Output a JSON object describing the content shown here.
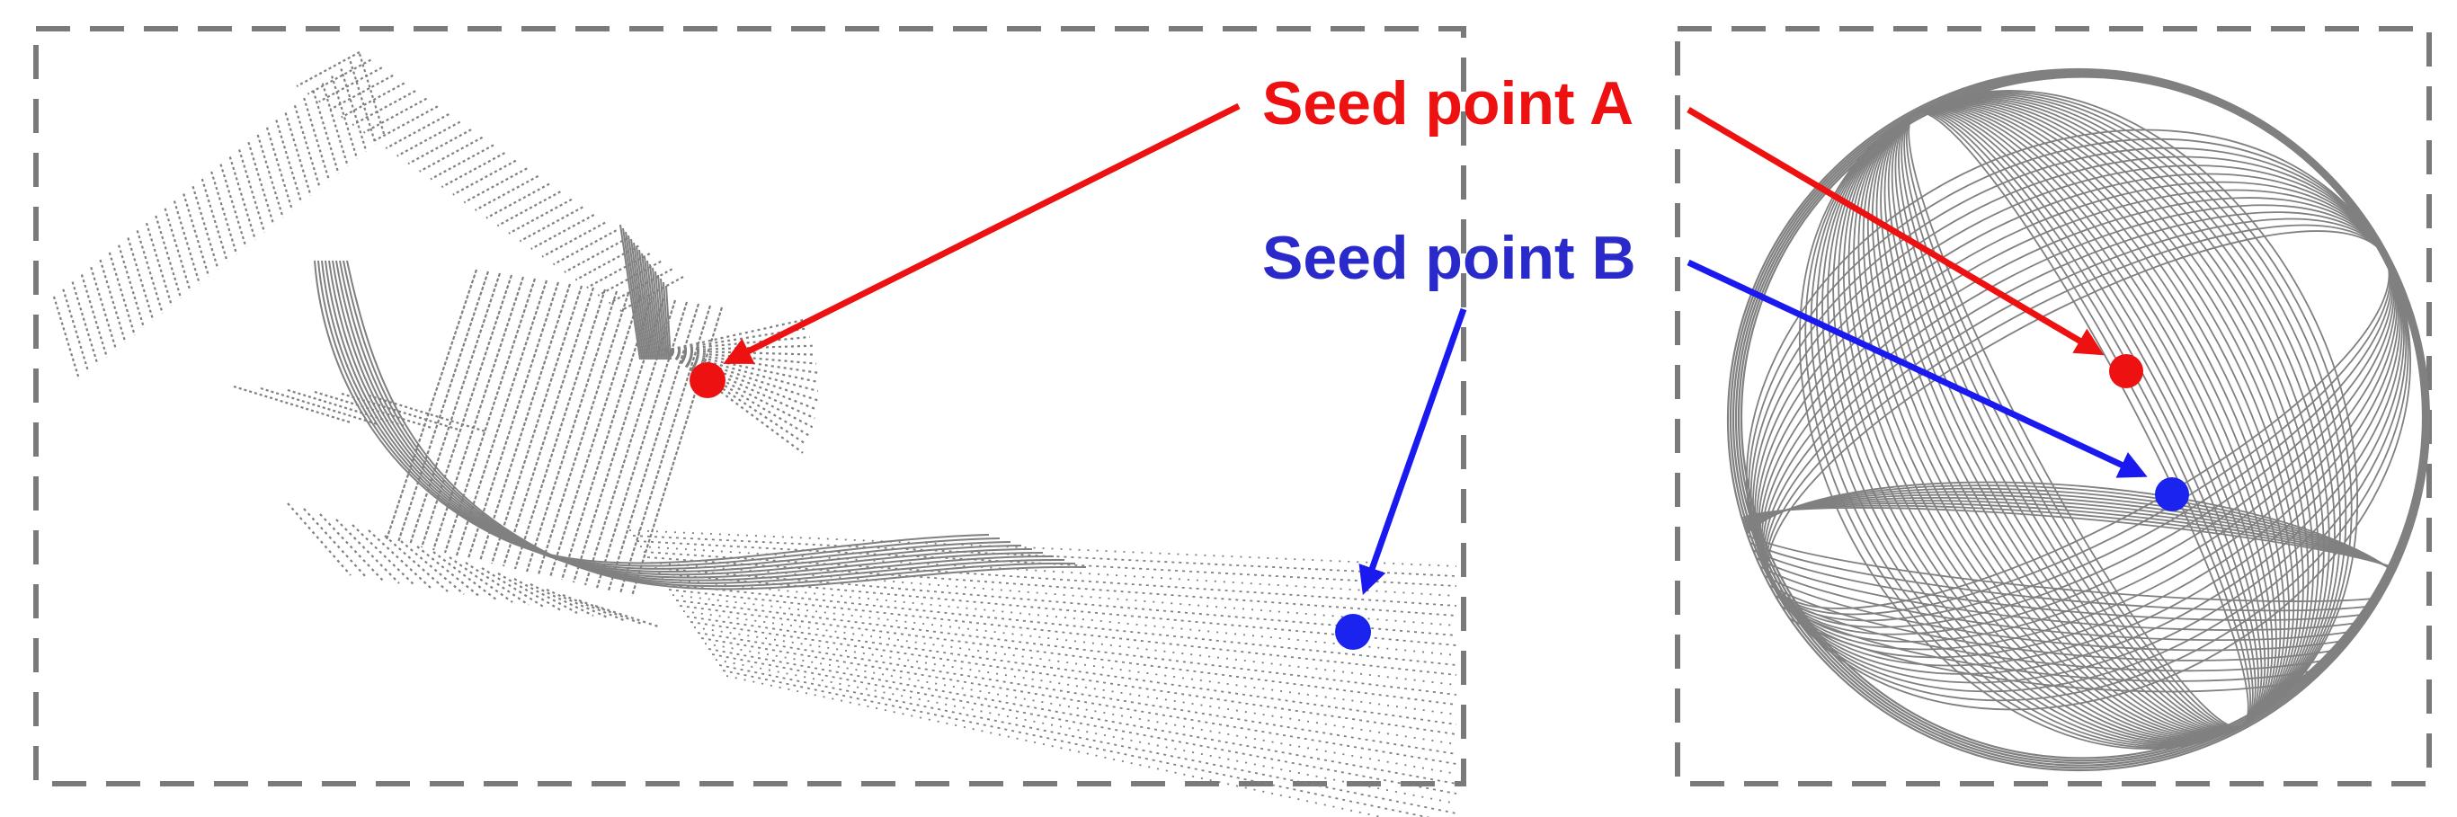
{
  "labels": {
    "seed_a": "Seed point A",
    "seed_b": "Seed point B"
  },
  "colors": {
    "seed_a": "#ee1111",
    "seed_b": "#2a2acb",
    "seed_b_dot": "#1a24ee",
    "points": "#808080",
    "frame": "#7a7a7a",
    "background": "#ffffff"
  },
  "panels": [
    {
      "id": "left",
      "content": "lidar point cloud (Cartesian view)"
    },
    {
      "id": "right",
      "content": "point cloud projected onto sphere"
    }
  ]
}
